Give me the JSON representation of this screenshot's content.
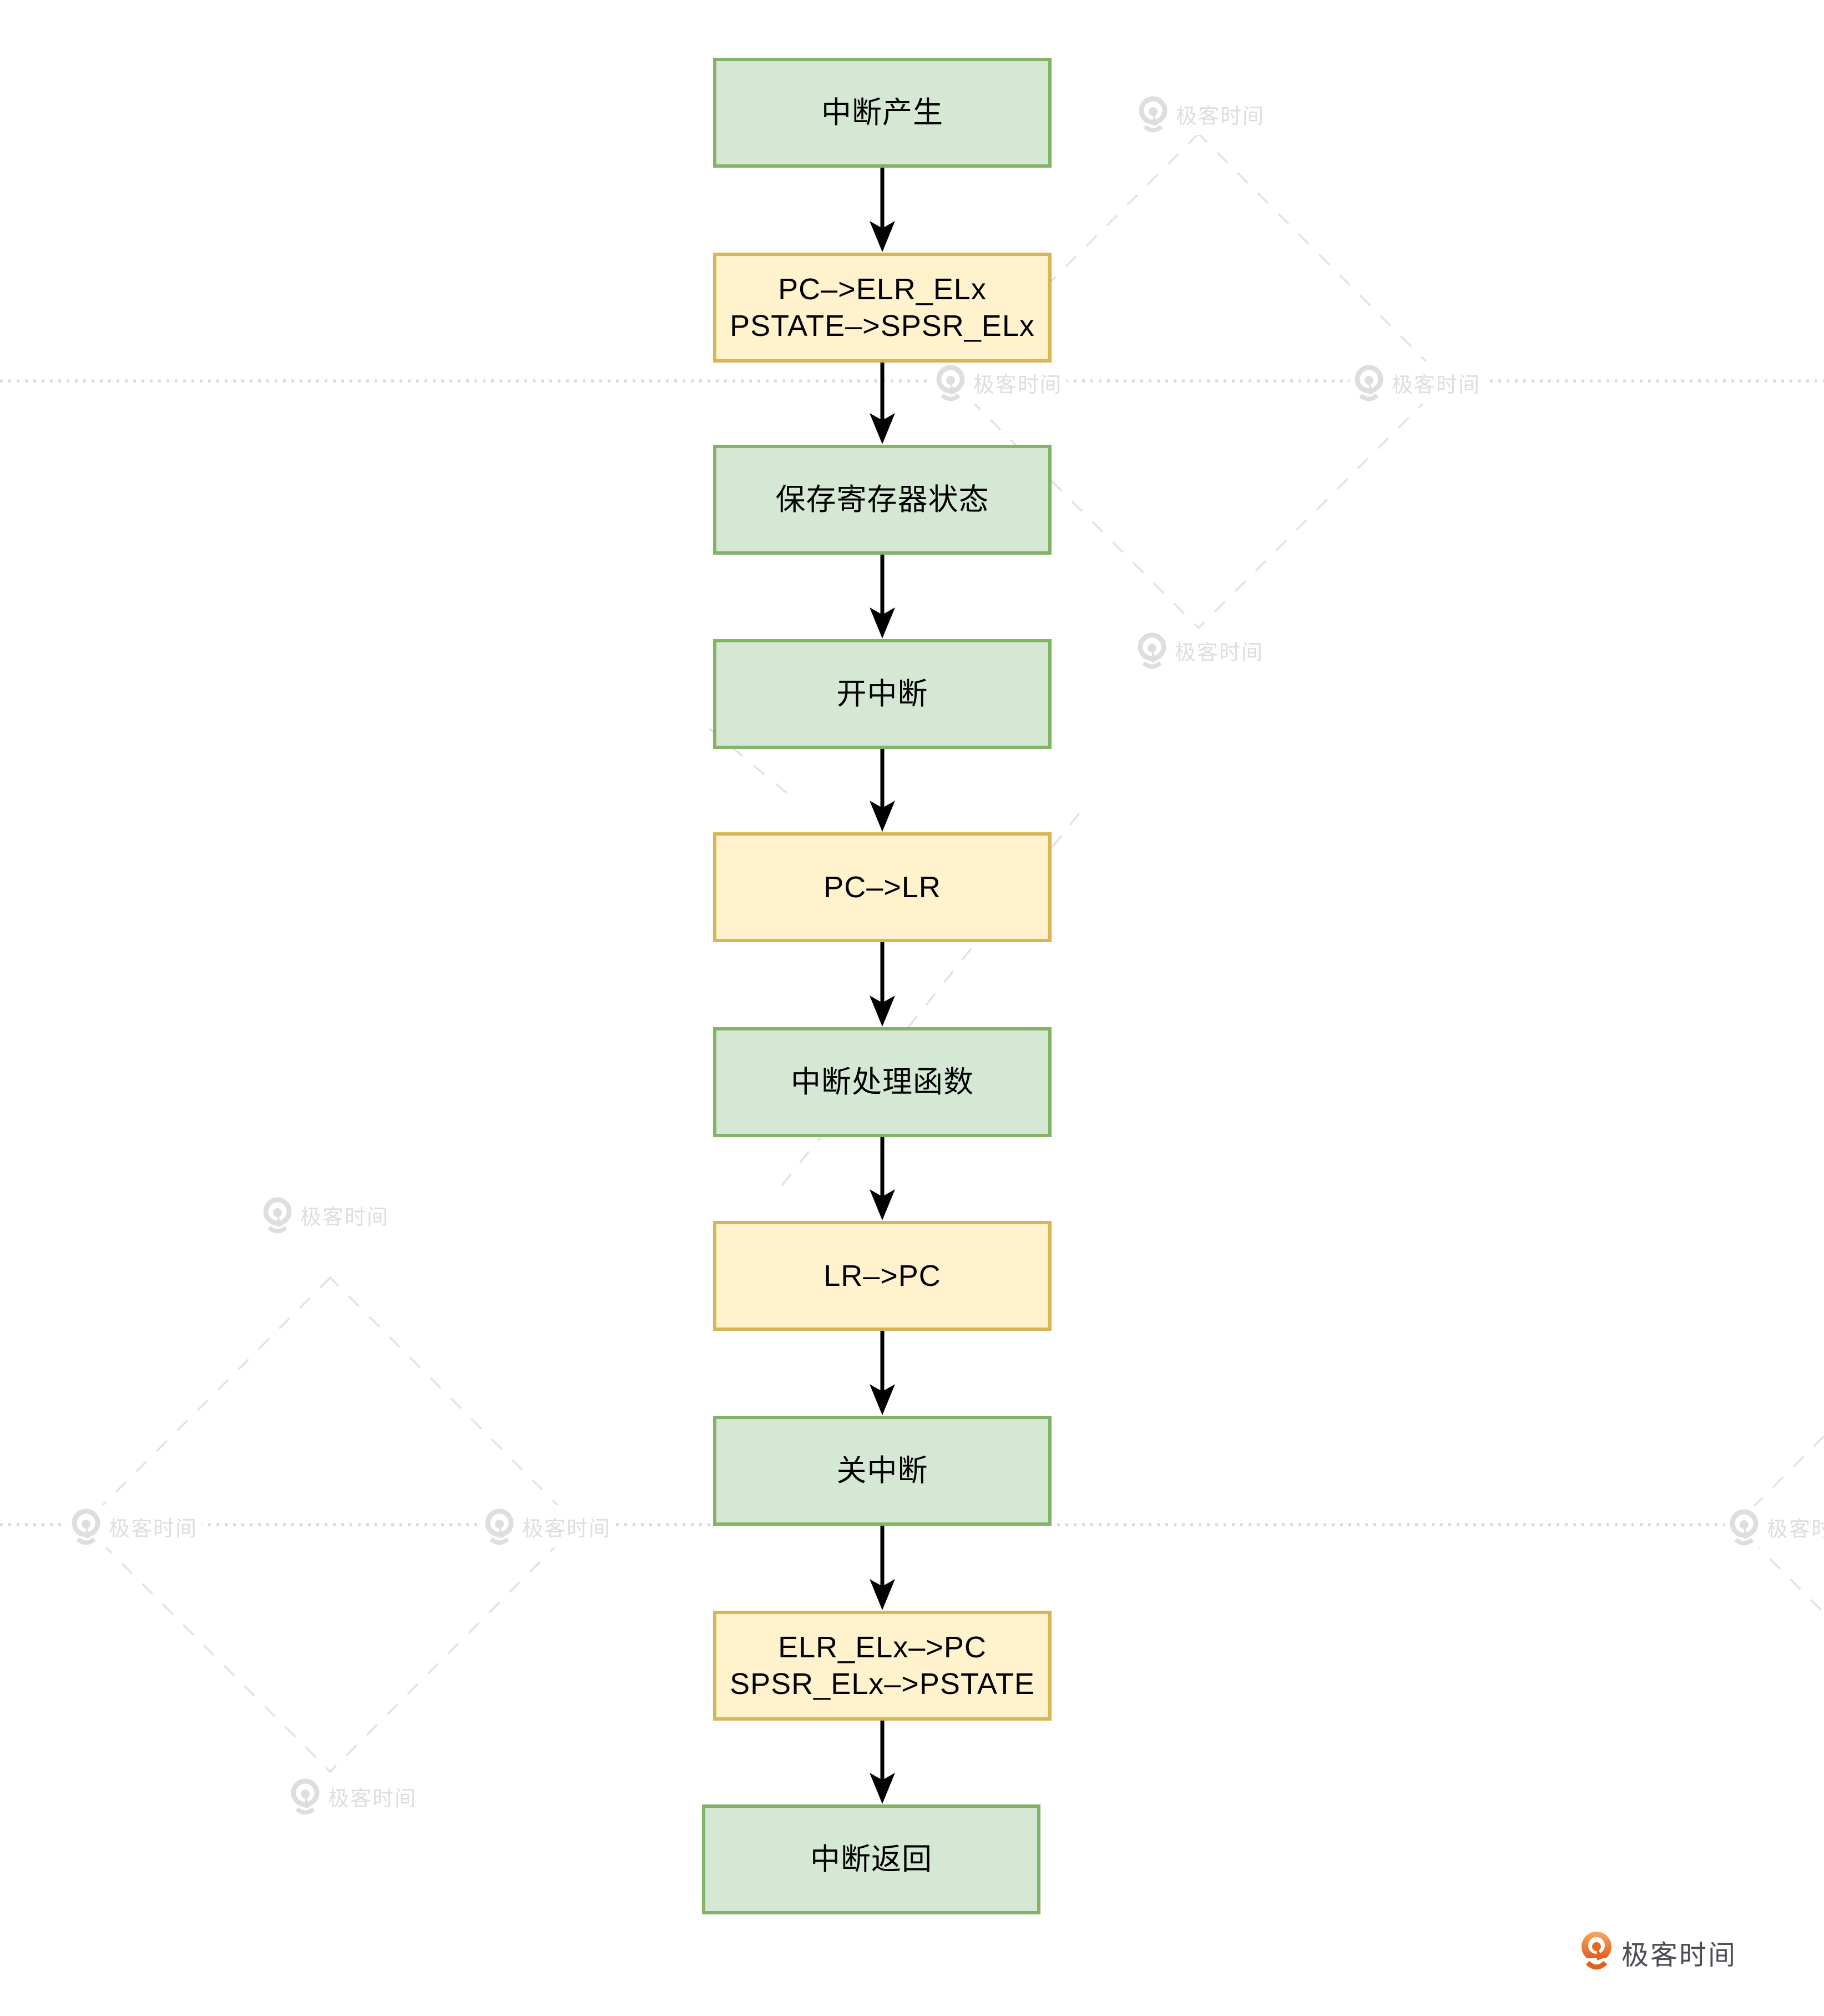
{
  "diagram": {
    "type": "flowchart",
    "title_hint": "ARM interrupt handling flow",
    "nodes": [
      {
        "id": "interrupt-occurs",
        "label": "中断产生",
        "color": "green"
      },
      {
        "id": "save-pc-pstate",
        "label": "PC–>ELR_ELx\nPSTATE–>SPSR_ELx",
        "color": "yellow"
      },
      {
        "id": "save-registers",
        "label": "保存寄存器状态",
        "color": "green"
      },
      {
        "id": "enable-interrupts",
        "label": "开中断",
        "color": "green"
      },
      {
        "id": "pc-to-lr",
        "label": "PC–>LR",
        "color": "yellow"
      },
      {
        "id": "interrupt-handler",
        "label": "中断处理函数",
        "color": "green"
      },
      {
        "id": "lr-to-pc",
        "label": "LR–>PC",
        "color": "yellow"
      },
      {
        "id": "disable-interrupts",
        "label": "关中断",
        "color": "green"
      },
      {
        "id": "restore-pc-pstate",
        "label": "ELR_ELx–>PC\nSPSR_ELx–>PSTATE",
        "color": "yellow"
      },
      {
        "id": "interrupt-return",
        "label": "中断返回",
        "color": "green"
      }
    ],
    "node_colors": {
      "green": {
        "fill": "#d5e8d4",
        "border": "#82b366"
      },
      "yellow": {
        "fill": "#fff2cc",
        "border": "#d6b656"
      }
    },
    "arrow_color": "#000000"
  },
  "watermark": {
    "text": "极客时间",
    "color": "#dedede",
    "line_color": "#d9d9d9"
  },
  "footer_logo": {
    "text": "极客时间",
    "text_color": "#4b4e55",
    "icon_color_top": "#f9a95f",
    "icon_color_bottom": "#e0561c"
  }
}
